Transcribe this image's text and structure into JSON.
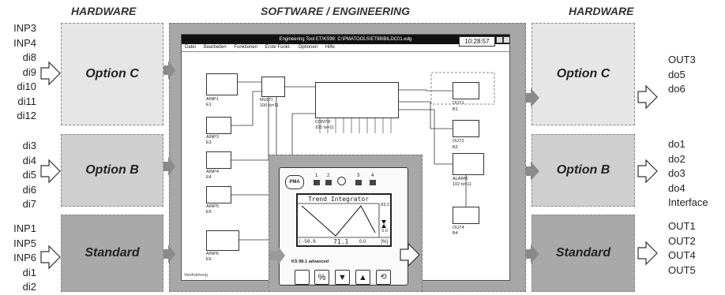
{
  "headers": {
    "left": "HARDWARE",
    "center": "SOFTWARE / ENGINEERING",
    "right": "HARDWARE"
  },
  "left_boxes": {
    "option_c": "Option C",
    "option_b": "Option B",
    "standard": "Standard"
  },
  "right_boxes": {
    "option_c": "Option C",
    "option_b": "Option B",
    "standard": "Standard"
  },
  "inputs": {
    "option_c": [
      "INP3",
      "INP4",
      "di8",
      "di9",
      "di10",
      "di11",
      "di12"
    ],
    "option_b": [
      "di3",
      "di4",
      "di5",
      "di6",
      "di7"
    ],
    "standard": [
      "INP1",
      "INP5",
      "INP6",
      "di1",
      "di2"
    ]
  },
  "outputs": {
    "option_c": [
      "OUT3",
      "do5",
      "do6"
    ],
    "option_b": [
      "do1",
      "do2",
      "do3",
      "do4",
      "Interface"
    ],
    "standard": [
      "OUT1",
      "OUT2",
      "OUT4",
      "OUT5"
    ]
  },
  "software_window": {
    "title": "Engineering Tool ET/KS98: C:\\PMATOOLS\\ET98\\BILDC01.edg",
    "clock": "10:28:57",
    "menu": [
      "Datei",
      "Bearbeiten",
      "Funktionen",
      "Erste Funkt.",
      "Optionen",
      "Hilfe"
    ],
    "status": "Verdrahtung",
    "blocks": {
      "ainp1": "AINP1",
      "e1": "E1",
      "multi": "MULTI",
      "multi_num": "100 ts=11",
      "contr": "CONTR",
      "contr_num": "101 ts=11",
      "ainp3": "AINP3",
      "e3": "E3",
      "ainp4": "AINP4",
      "e4": "E4",
      "ainp5": "AINP5",
      "e5": "E5",
      "ainp6": "AINP6",
      "e6": "E6",
      "out1": "OUT1",
      "b1": "B1",
      "out2": "OUT2",
      "b2": "B2",
      "alarm": "ALARM",
      "alarm_num": "102 ts=11",
      "out4": "OUT4",
      "b4": "B4"
    }
  },
  "device": {
    "logo": "PMA",
    "leds": [
      "1",
      "2",
      "3",
      "4"
    ],
    "screen_title": "Trend Integrator",
    "screen_max": "83.2",
    "screen_min": "0.0",
    "screen_left": "|-50.9",
    "screen_value": "71.1",
    "screen_unit": "[%]",
    "screen_zero": "0.0",
    "model": "KS 98-1 advanced"
  }
}
